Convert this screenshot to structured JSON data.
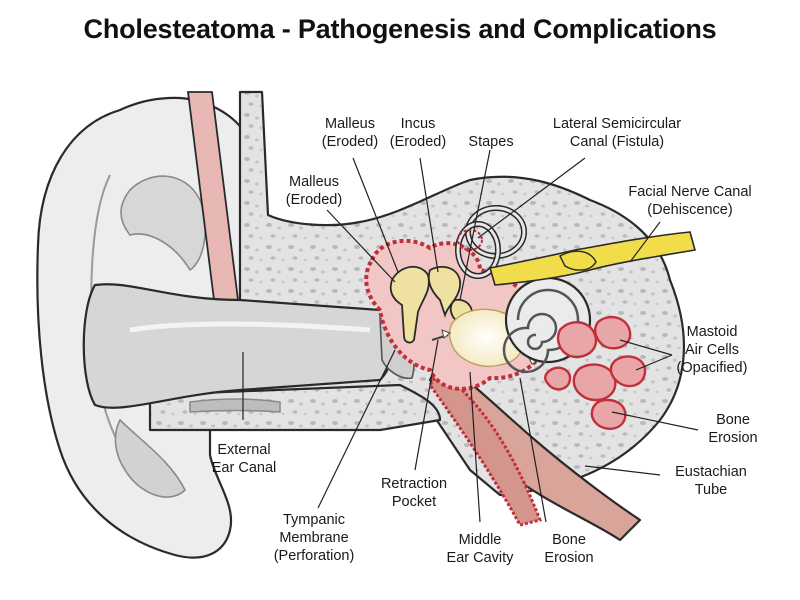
{
  "title": "Cholesteatoma - Pathogenesis and Complications",
  "labels": {
    "malleus_top": [
      "Malleus",
      "(Eroded)"
    ],
    "incus": [
      "Incus",
      "(Eroded)"
    ],
    "stapes": [
      "Stapes"
    ],
    "lateral_canal": [
      "Lateral Semicircular",
      "Canal (Fistula)"
    ],
    "malleus_left": [
      "Malleus",
      "(Eroded)"
    ],
    "facial_nerve": [
      "Facial Nerve Canal",
      "(Dehiscence)"
    ],
    "mastoid": [
      "Mastoid",
      "Air Cells",
      "(Opacified)"
    ],
    "bone_erosion_right": [
      "Bone",
      "Erosion"
    ],
    "external_canal": [
      "External",
      "Ear Canal"
    ],
    "eustachian": [
      "Eustachian",
      "Tube"
    ],
    "retraction": [
      "Retraction",
      "Pocket"
    ],
    "tympanic": [
      "Tympanic",
      "Membrane",
      "(Perforation)"
    ],
    "middle_ear": [
      "Middle",
      "Ear Cavity"
    ],
    "bone_erosion_bottom": [
      "Bone",
      "Erosion"
    ]
  },
  "colors": {
    "skin": "#ececec",
    "bone": "#dcdcdc",
    "erosion": "#c0303a",
    "erosion_fill": "#e8a6a8",
    "nerve": "#f1dc4a",
    "cholesteatoma": "#fbf3d8",
    "ossicle": "#efe1a0",
    "tube": "#d9a49a"
  }
}
